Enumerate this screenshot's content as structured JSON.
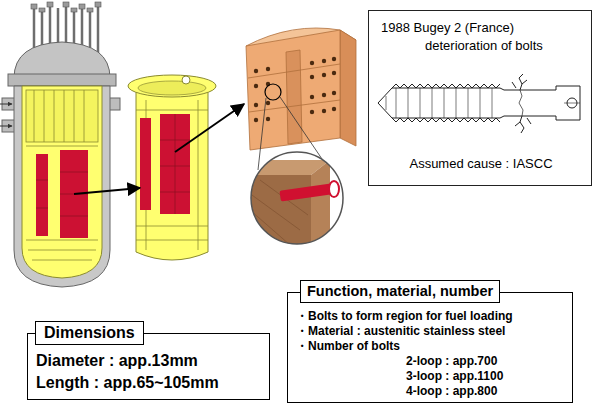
{
  "diagram": {
    "nodes": [
      {
        "text": [
          "1988 Bugey 2 (France) deterioration of bolts",
          "Assumed cause : IASCC"
        ]
      },
      {
        "text": [
          "Function, material, number"
        ]
      },
      {
        "text": [
          "・Bolts to form region for fuel loading",
          "・Material : austenitic stainless steel",
          "・Number of bolts",
          "2-loop : app.700",
          "3-loop : app.1100",
          "4-loop : app.800"
        ]
      },
      {
        "text": [
          "Dimensions"
        ]
      },
      {
        "text": [
          "Diameter : app.13mm",
          "Length : app.65~105mm"
        ]
      }
    ],
    "edges": []
  }
}
